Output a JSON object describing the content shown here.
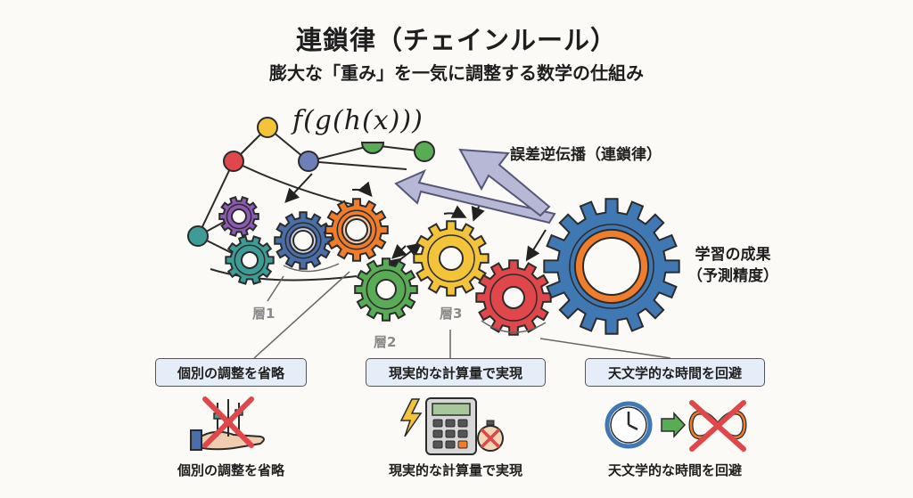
{
  "title": "連鎖律（チェインルール）",
  "subtitle": "膨大な「重み」を一気に調整する数学の仕組み",
  "formula": "f(g(h(x)))",
  "backprop_label": "誤差逆伝播（連鎖律）",
  "result_label": {
    "line1": "学習の成果",
    "line2": "（予測精度）"
  },
  "layers": {
    "layer1": "層1",
    "layer2": "層2",
    "layer3": "層3"
  },
  "benefits": [
    {
      "box_label": "個別の調整を省略",
      "caption": "個別の調整を省略",
      "icon": "crossed-out-sliders-on-hand-icon"
    },
    {
      "box_label": "現実的な計算量で実現",
      "caption": "現実的な計算量で実現",
      "icon": "lightning-calculator-stopwatch-icon"
    },
    {
      "box_label": "天文学的な時間を回避",
      "caption": "天文学的な時間を回避",
      "icon": "clock-to-crossed-infinity-icon"
    }
  ],
  "colors": {
    "purple": "#8e5ab5",
    "teal": "#3e9c96",
    "blue": "#4a6fa8",
    "orange": "#ef7d2c",
    "yellow": "#f3c43a",
    "green": "#5aab55",
    "red": "#e0474a",
    "big_blue": "#3f78b3",
    "arrow_fill": "#b6b8d6",
    "box_fill": "#e5eef8"
  }
}
